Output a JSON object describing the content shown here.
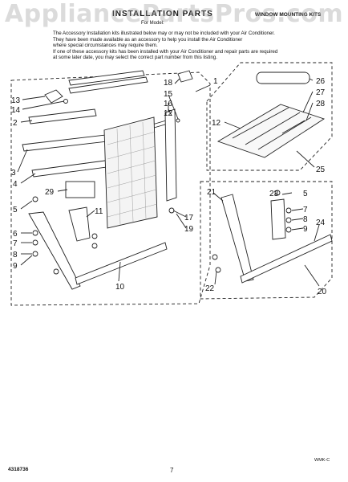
{
  "watermark": "AppliancePartsPros.com",
  "header": {
    "title": "INSTALLATION PARTS",
    "right": "WINDOW MOUNTING KITS",
    "model": "For Model: "
  },
  "notes": [
    "The Accessory Installation kits illustrated below may or may not be included with your Air Conditioner.",
    "They have been made available as an accessory to help you install the Air Conditioner",
    "where special circumstances may require them.",
    "If one of these accessory kits has been installed with your Air Conditioner and repair parts are required",
    "at some later date, you may select the correct part number from this listing."
  ],
  "callouts": [
    "1",
    "2",
    "3",
    "4",
    "5",
    "6",
    "7",
    "8",
    "9",
    "10",
    "11",
    "12",
    "13",
    "14",
    "15",
    "16",
    "17",
    "18",
    "19",
    "29",
    "26",
    "27",
    "28",
    "12",
    "25",
    "21",
    "23",
    "5",
    "7",
    "8",
    "9",
    "24",
    "22",
    "20"
  ],
  "footer": {
    "left": "4318736",
    "page": "7",
    "right": "WMK-C"
  },
  "colors": {
    "ink": "#111111",
    "watermark": "#a0a0a0"
  }
}
